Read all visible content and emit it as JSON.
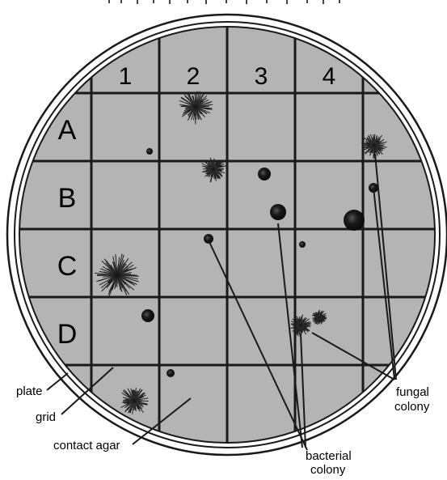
{
  "title_visible": "",
  "grid": {
    "columns": [
      "1",
      "2",
      "3",
      "4"
    ],
    "rows": [
      "A",
      "B",
      "C",
      "D"
    ]
  },
  "callouts": {
    "plate": "plate",
    "grid": "grid",
    "contact_agar": "contact agar",
    "bacterial_colony_line1": "bacterial",
    "bacterial_colony_line2": "colony",
    "fungal_colony_line1": "fungal",
    "fungal_colony_line2": "colony"
  },
  "colors": {
    "agar": "#b4b4b4",
    "grid_lines": "#1a1a1a",
    "colony": "#1f1f1f",
    "rim": "#ffffff"
  }
}
